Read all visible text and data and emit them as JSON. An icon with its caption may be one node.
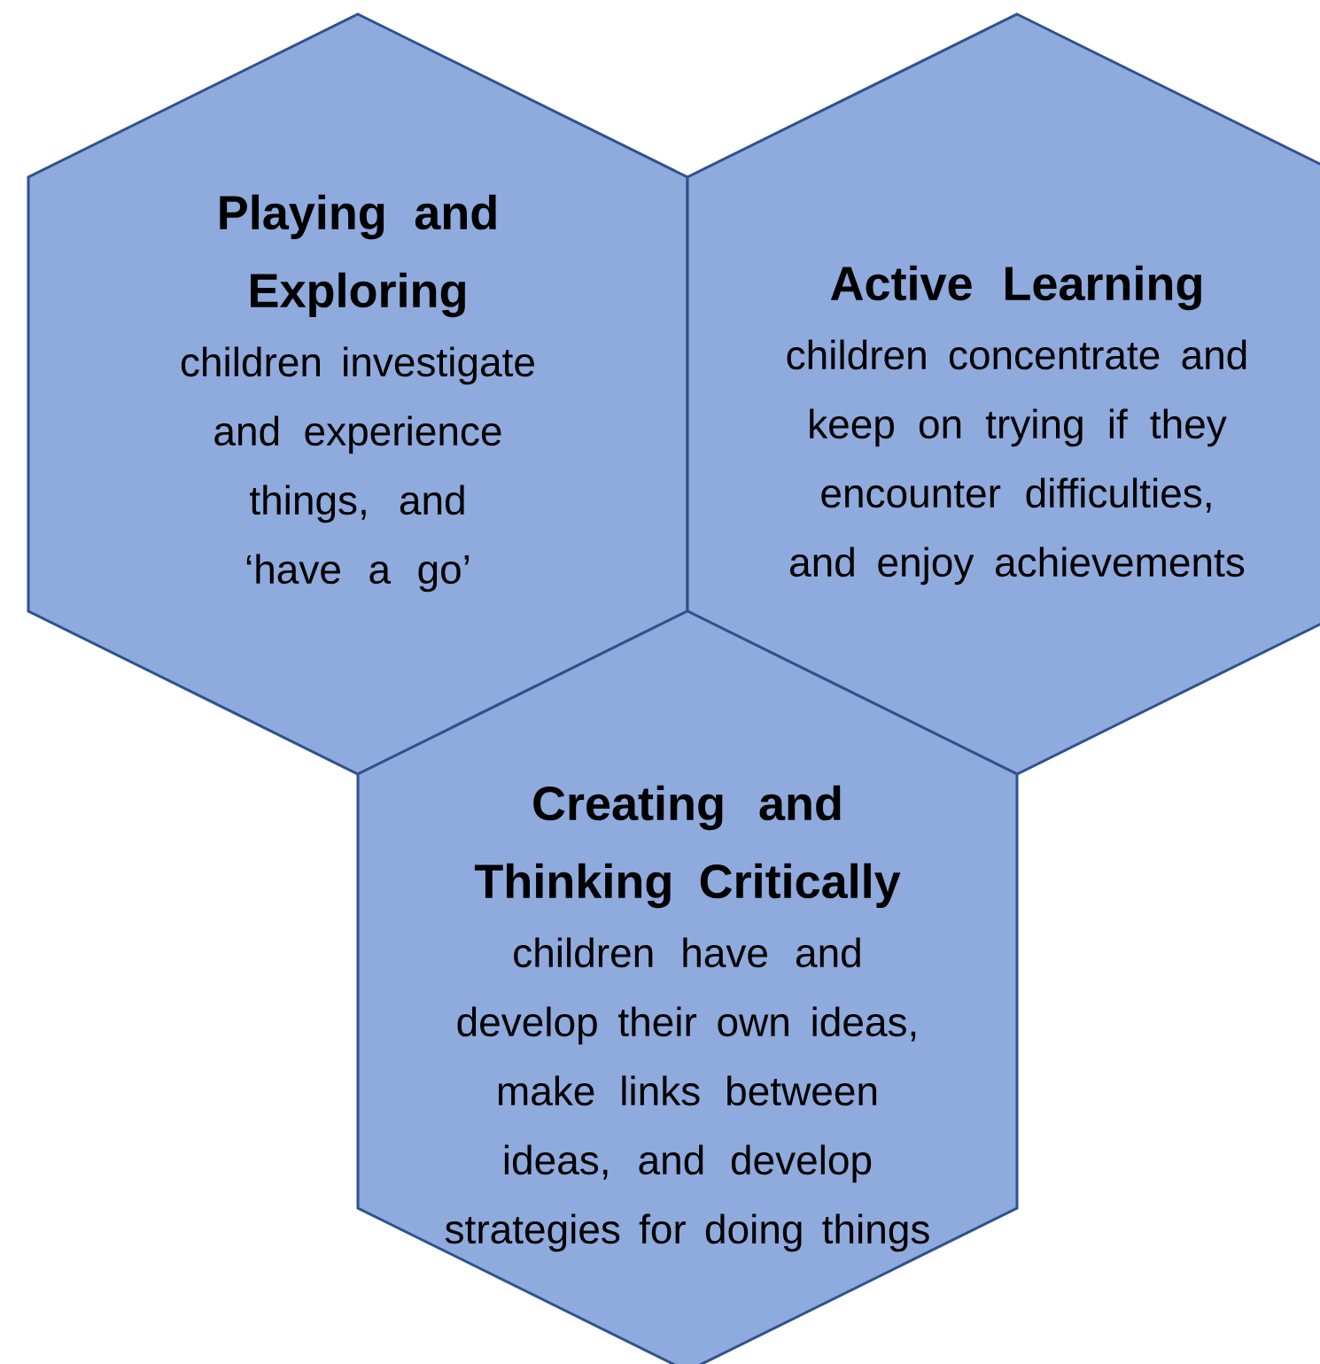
{
  "diagram": {
    "nodes": [
      {
        "text": [
          "Playing and Exploring",
          "children investigate and experience things, and ‘have a go’"
        ]
      },
      {
        "text": [
          "Active Learning",
          "children concentrate and keep on trying if they encounter difficulties, and enjoy achievements"
        ]
      },
      {
        "text": [
          "Creating and Thinking Critically",
          "children have and develop their own ideas, make links between ideas, and develop strategies for doing things"
        ]
      }
    ]
  }
}
